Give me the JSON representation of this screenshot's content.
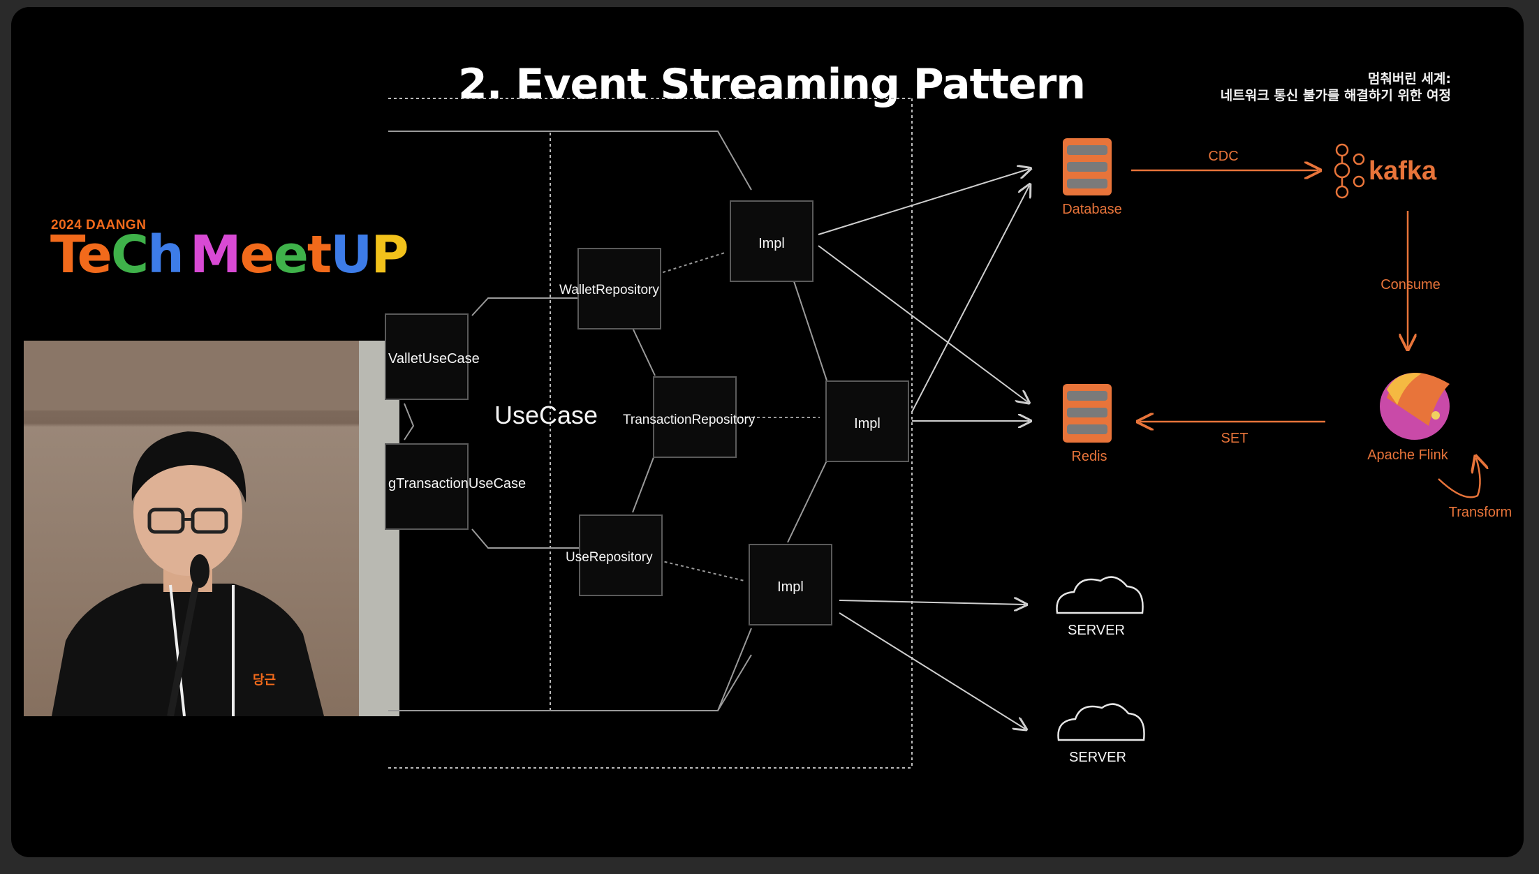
{
  "slide": {
    "title": "2. Event Streaming Pattern",
    "subtitle_line1": "멈춰버린 세계:",
    "subtitle_line2": "네트워크 통신 불가를 해결하기 위한 여정"
  },
  "logo": {
    "year_text": "2024 DAANGN",
    "letters": [
      {
        "ch": "T",
        "color": "#f26a1b"
      },
      {
        "ch": "e",
        "color": "#f26a1b"
      },
      {
        "ch": "C",
        "color": "#3fb24a"
      },
      {
        "ch": "h",
        "color": "#3d7ce8"
      },
      {
        "ch": " ",
        "color": "#000000"
      },
      {
        "ch": "M",
        "color": "#d84ad4"
      },
      {
        "ch": "e",
        "color": "#f26a1b"
      },
      {
        "ch": "e",
        "color": "#3fb24a"
      },
      {
        "ch": "t",
        "color": "#f26a1b"
      },
      {
        "ch": "U",
        "color": "#3d7ce8"
      },
      {
        "ch": "P",
        "color": "#f2c21b"
      }
    ]
  },
  "speaker": {
    "shirt_logo": "당근"
  },
  "diagram": {
    "usecase_label": "UseCase",
    "wallet_usecase": "ValletUseCase",
    "transaction_usecase": "gTransactionUseCase",
    "wallet_repository": "WalletRepository",
    "transaction_repository": "TransactionRepository",
    "use_repository": "UseRepository",
    "impl_top": "Impl",
    "impl_mid": "Impl",
    "impl_bot": "Impl",
    "database": "Database",
    "redis": "Redis",
    "cdc": "CDC",
    "kafka": "kafka",
    "consume": "Consume",
    "flink": "Apache Flink",
    "set": "SET",
    "transform": "Transform",
    "server1": "SERVER",
    "server2": "SERVER"
  },
  "colors": {
    "accent_orange": "#e8743a",
    "background": "#000000",
    "line": "#bdbdbd"
  }
}
